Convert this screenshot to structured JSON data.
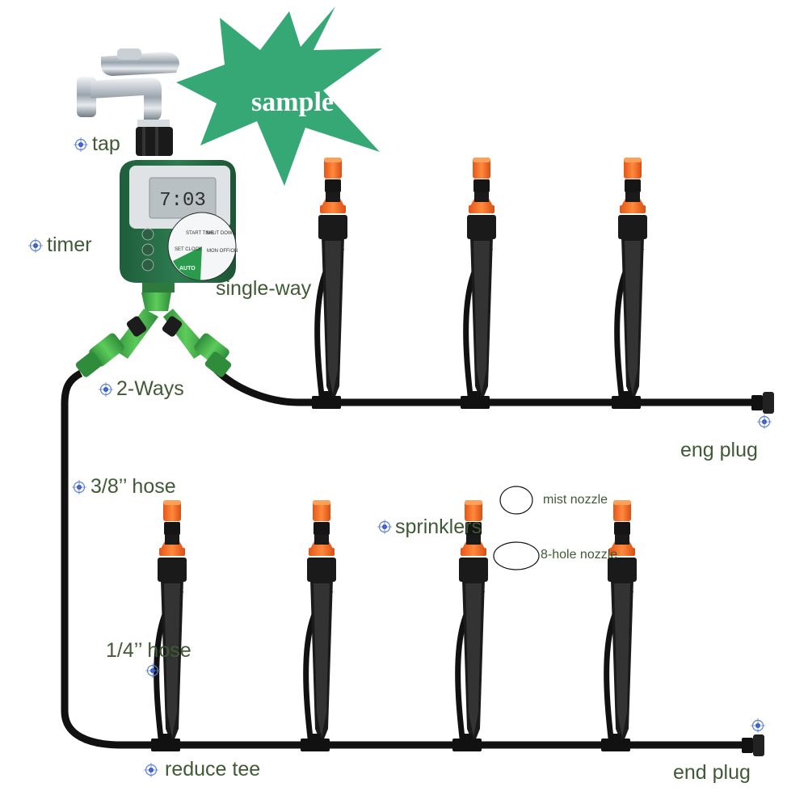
{
  "stamp": {
    "text": "sample",
    "color": "#35a876"
  },
  "timer": {
    "display": "7:03",
    "dial": [
      "START TIME",
      "SHUT DOWN",
      "SET CLOCK",
      "MON OFF/ON",
      "AUTO"
    ]
  },
  "labels": {
    "tap": "tap",
    "timer": "timer",
    "single_way": "single-way",
    "two_ways": "2-Ways",
    "eng_plug": "eng plug",
    "hose_38": "3/8’’ hose",
    "sprinklers": "sprinklers",
    "mist_nozzle": "mist nozzle",
    "eight_hole_nozzle": "8-hole nozzle",
    "hose_14": "1/4’’ hose",
    "reduce_tee": "reduce tee",
    "end_plug": "end plug"
  },
  "colors": {
    "label": "#3f5a34",
    "orange": "#f26b21",
    "green": "#3aa04a",
    "hose": "#111111"
  }
}
